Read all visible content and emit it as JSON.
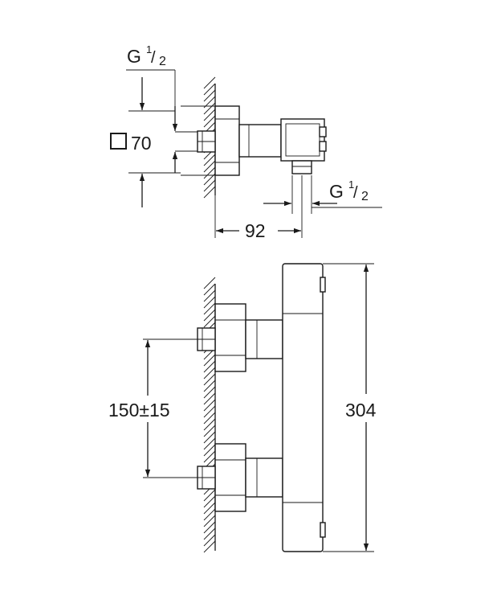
{
  "labels": {
    "top_thread_label": "G",
    "top_thread_frac_num": "1",
    "top_thread_frac_den": "2",
    "square_size": "70",
    "right_thread_label": "G",
    "right_thread_frac_num": "1",
    "right_thread_frac_den": "2",
    "depth_dim": "92",
    "spacing_dim": "150±15",
    "height_dim": "304"
  },
  "icons": {
    "square": "square-symbol-icon"
  },
  "colors": {
    "line": "#1a1a1a",
    "background": "#ffffff"
  }
}
